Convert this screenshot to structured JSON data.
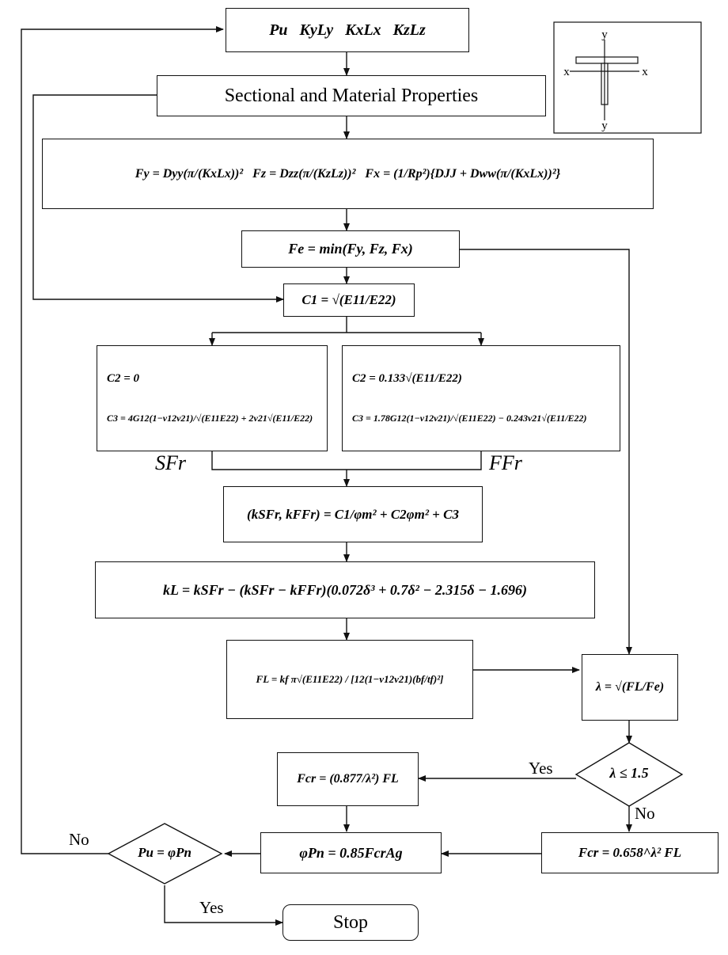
{
  "boxes": {
    "input": "Pu   KyLy   KxLx   KzLz",
    "props": "Sectional and Material Properties",
    "fyfzfx": "Fy = Dyy(π/(KxLx))²   Fz = Dzz(π/(KzLz))²   Fx = (1/Rp²){DJJ + Dww(π/(KxLx))²}",
    "fe": "Fe = min(Fy, Fz, Fx)",
    "c1": "C1 = √(E11/E22)",
    "sfr": {
      "c2": "C2 = 0",
      "c3": "C3 = 4G12(1−ν12ν21)/√(E11E22) + 2ν21√(E11/E22)"
    },
    "ffr": {
      "c2": "C2 = 0.133√(E11/E22)",
      "c3": "C3 = 1.78G12(1−ν12ν21)/√(E11E22) − 0.243ν21√(E11/E22)"
    },
    "k": "(kSFr, kFFr) = C1/φm² + C2φm² + C3",
    "kl": "kL = kSFr − (kSFr − kFFr)(0.072δ³ + 0.7δ² − 2.315δ − 1.696)",
    "fl": "FL = kf π√(E11E22) / [12(1−ν12ν21)(bf/tf)²]",
    "lambda": "λ = √(FL/Fe)",
    "decision_lambda": "λ ≤ 1.5",
    "fcr_elastic": "Fcr = (0.877/λ²) FL",
    "fcr_inelastic": "Fcr = 0.658^λ² FL",
    "phipn": "φPn = 0.85FcrAg",
    "decision_pu": "Pu = φPn",
    "stop": "Stop"
  },
  "labels": {
    "sfr": "SFr",
    "ffr": "FFr",
    "yes_lambda": "Yes",
    "no_lambda": "No",
    "no_pu": "No",
    "yes_pu": "Yes"
  },
  "section_icon": {
    "axis_y_top": "y",
    "axis_y_bottom": "y",
    "axis_x_left": "x",
    "axis_x_right": "x"
  }
}
